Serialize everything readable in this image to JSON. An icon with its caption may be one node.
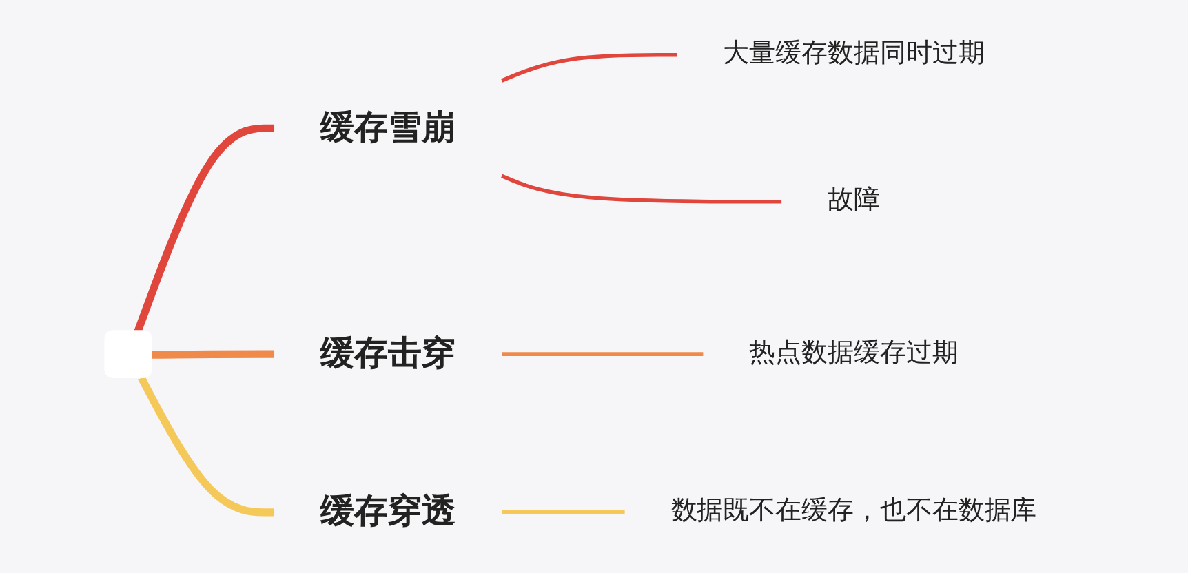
{
  "diagram": {
    "nodes": [
      {
        "text": [],
        "shape": "box"
      },
      {
        "text": [
          "缓存雪崩"
        ]
      },
      {
        "text": [
          "缓存击穿"
        ]
      },
      {
        "text": [
          "缓存穿透"
        ]
      },
      {
        "text": [
          "大量缓存数据同时过期"
        ]
      },
      {
        "text": [
          "故障"
        ]
      },
      {
        "text": [
          "热点数据缓存过期"
        ]
      },
      {
        "text": [
          "数据既不在缓存，也不在数据库"
        ]
      }
    ],
    "edges": [
      {
        "from": 0,
        "to": 1,
        "arrow": "none",
        "style": "thick",
        "color": "#e0463c"
      },
      {
        "from": 0,
        "to": 2,
        "arrow": "none",
        "style": "thick",
        "color": "#f08a4b"
      },
      {
        "from": 0,
        "to": 3,
        "arrow": "none",
        "style": "thick",
        "color": "#f5c85a"
      },
      {
        "from": 1,
        "to": 4,
        "arrow": "none",
        "color": "#e0463c"
      },
      {
        "from": 1,
        "to": 5,
        "arrow": "none",
        "color": "#e0463c"
      },
      {
        "from": 2,
        "to": 6,
        "arrow": "none",
        "color": "#f08a4b"
      },
      {
        "from": 3,
        "to": 7,
        "arrow": "none",
        "color": "#f5c85a"
      }
    ]
  }
}
